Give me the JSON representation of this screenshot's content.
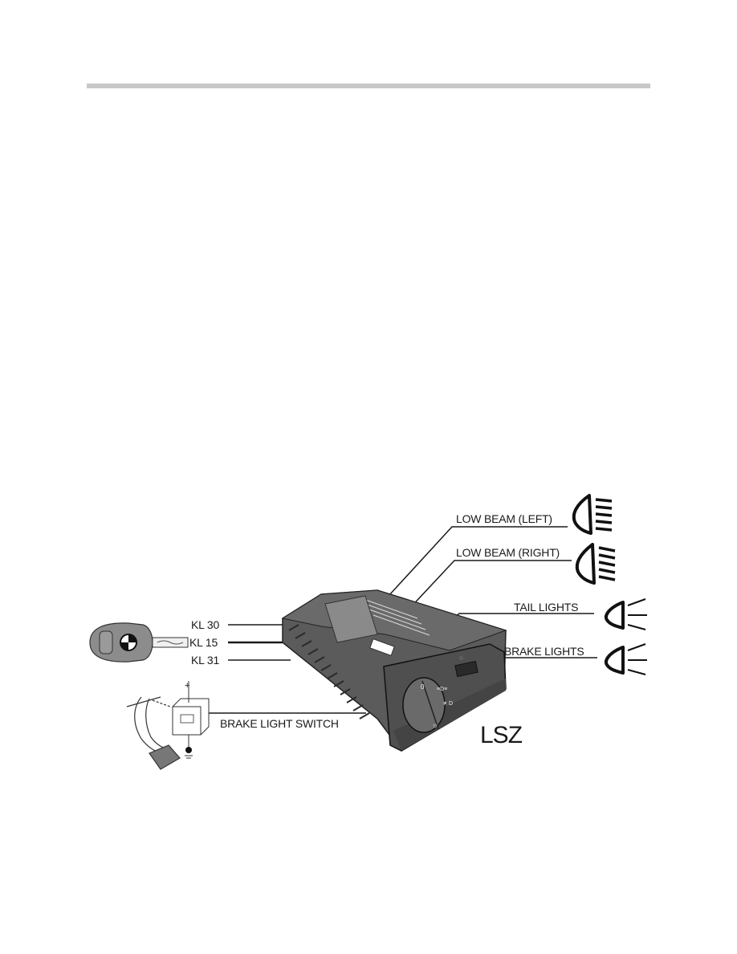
{
  "page": {
    "header_rule_color": "#c8c8c8",
    "background": "#ffffff"
  },
  "diagram": {
    "title": "LSZ",
    "module_color": "#5a5a5a",
    "inputs": [
      {
        "id": "kl30",
        "label": "KL 30"
      },
      {
        "id": "kl15",
        "label": "KL 15"
      },
      {
        "id": "kl31",
        "label": "KL 31"
      }
    ],
    "brake_switch": {
      "label": "BRAKE LIGHT SWITCH",
      "supply_symbol": "+",
      "ground_symbol": "ground"
    },
    "outputs": [
      {
        "id": "low-beam-left",
        "label": "LOW BEAM (LEFT)",
        "icon": "low-beam-icon"
      },
      {
        "id": "low-beam-right",
        "label": "LOW BEAM (RIGHT)",
        "icon": "low-beam-icon"
      },
      {
        "id": "tail-lights",
        "label": "TAIL LIGHTS",
        "icon": "lamp-icon"
      },
      {
        "id": "brake-lights",
        "label": "BRAKE LIGHTS",
        "icon": "lamp-icon"
      }
    ],
    "switch_positions": [
      "0",
      "parking",
      "headlights",
      "fog"
    ]
  }
}
